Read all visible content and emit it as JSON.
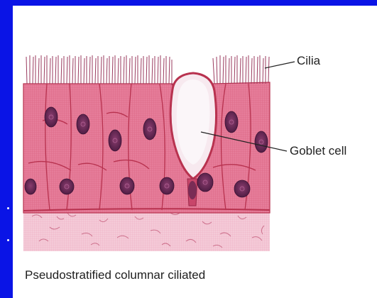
{
  "labels": {
    "cilia": "Cilia",
    "goblet_cell": "Goblet cell"
  },
  "caption": "Pseudostratified columnar ciliated",
  "colors": {
    "background": "#0a14e6",
    "panel": "#ffffff",
    "epithelium": "#e57a98",
    "cell_outline": "#b8324f",
    "nucleus": "#5d2450",
    "goblet_fill": "#f8f0f6",
    "connective_tissue": "#f3c8d6"
  }
}
